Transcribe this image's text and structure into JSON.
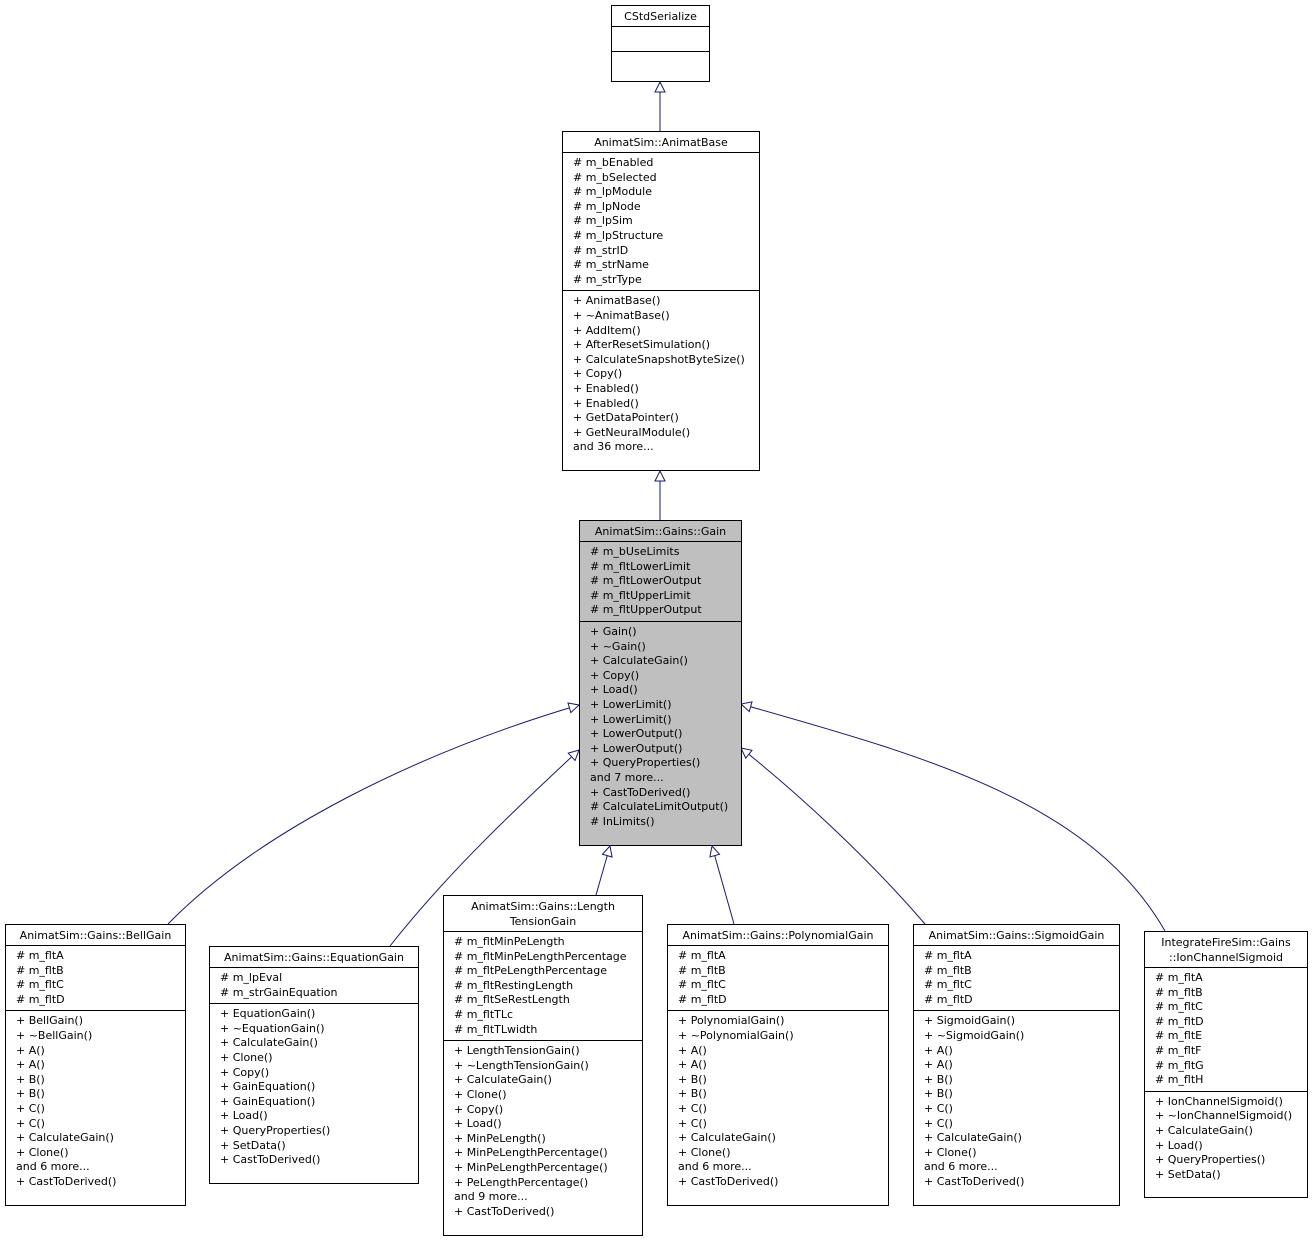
{
  "classes": {
    "stdserialize": {
      "title": "CStdSerialize",
      "attributes": [],
      "methods": []
    },
    "animatbase": {
      "title": "AnimatSim::AnimatBase",
      "attributes": [
        "# m_bEnabled",
        "# m_bSelected",
        "# m_lpModule",
        "# m_lpNode",
        "# m_lpSim",
        "# m_lpStructure",
        "# m_strID",
        "# m_strName",
        "# m_strType"
      ],
      "methods": [
        "+ AnimatBase()",
        "+ ~AnimatBase()",
        "+ AddItem()",
        "+ AfterResetSimulation()",
        "+ CalculateSnapshotByteSize()",
        "+ Copy()",
        "+ Enabled()",
        "+ Enabled()",
        "+ GetDataPointer()",
        "+ GetNeuralModule()",
        "and 36 more..."
      ]
    },
    "gain": {
      "title": "AnimatSim::Gains::Gain",
      "attributes": [
        "# m_bUseLimits",
        "# m_fltLowerLimit",
        "# m_fltLowerOutput",
        "# m_fltUpperLimit",
        "# m_fltUpperOutput"
      ],
      "methods": [
        "+ Gain()",
        "+ ~Gain()",
        "+ CalculateGain()",
        "+ Copy()",
        "+ Load()",
        "+ LowerLimit()",
        "+ LowerLimit()",
        "+ LowerOutput()",
        "+ LowerOutput()",
        "+ QueryProperties()",
        "and 7 more...",
        "+ CastToDerived()",
        "# CalculateLimitOutput()",
        "# InLimits()"
      ]
    },
    "bellgain": {
      "title": "AnimatSim::Gains::BellGain",
      "attributes": [
        "# m_fltA",
        "# m_fltB",
        "# m_fltC",
        "# m_fltD"
      ],
      "methods": [
        "+ BellGain()",
        "+ ~BellGain()",
        "+ A()",
        "+ A()",
        "+ B()",
        "+ B()",
        "+ C()",
        "+ C()",
        "+ CalculateGain()",
        "+ Clone()",
        "and 6 more...",
        "+ CastToDerived()"
      ]
    },
    "equationgain": {
      "title": "AnimatSim::Gains::EquationGain",
      "attributes": [
        "# m_lpEval",
        "# m_strGainEquation"
      ],
      "methods": [
        "+ EquationGain()",
        "+ ~EquationGain()",
        "+ CalculateGain()",
        "+ Clone()",
        "+ Copy()",
        "+ GainEquation()",
        "+ GainEquation()",
        "+ Load()",
        "+ QueryProperties()",
        "+ SetData()",
        "+ CastToDerived()"
      ]
    },
    "lengthtensiongain": {
      "title": "AnimatSim::Gains::Length\nTensionGain",
      "attributes": [
        "# m_fltMinPeLength",
        "# m_fltMinPeLengthPercentage",
        "# m_fltPeLengthPercentage",
        "# m_fltRestingLength",
        "# m_fltSeRestLength",
        "# m_fltTLc",
        "# m_fltTLwidth"
      ],
      "methods": [
        "+ LengthTensionGain()",
        "+ ~LengthTensionGain()",
        "+ CalculateGain()",
        "+ Clone()",
        "+ Copy()",
        "+ Load()",
        "+ MinPeLength()",
        "+ MinPeLengthPercentage()",
        "+ MinPeLengthPercentage()",
        "+ PeLengthPercentage()",
        "and 9 more...",
        "+ CastToDerived()"
      ]
    },
    "polynomialgain": {
      "title": "AnimatSim::Gains::PolynomialGain",
      "attributes": [
        "# m_fltA",
        "# m_fltB",
        "# m_fltC",
        "# m_fltD"
      ],
      "methods": [
        "+ PolynomialGain()",
        "+ ~PolynomialGain()",
        "+ A()",
        "+ A()",
        "+ B()",
        "+ B()",
        "+ C()",
        "+ C()",
        "+ CalculateGain()",
        "+ Clone()",
        "and 6 more...",
        "+ CastToDerived()"
      ]
    },
    "sigmoidgain": {
      "title": "AnimatSim::Gains::SigmoidGain",
      "attributes": [
        "# m_fltA",
        "# m_fltB",
        "# m_fltC",
        "# m_fltD"
      ],
      "methods": [
        "+ SigmoidGain()",
        "+ ~SigmoidGain()",
        "+ A()",
        "+ A()",
        "+ B()",
        "+ B()",
        "+ C()",
        "+ C()",
        "+ CalculateGain()",
        "+ Clone()",
        "and 6 more...",
        "+ CastToDerived()"
      ]
    },
    "ionchannelsigmoid": {
      "title": "IntegrateFireSim::Gains\n::IonChannelSigmoid",
      "attributes": [
        "# m_fltA",
        "# m_fltB",
        "# m_fltC",
        "# m_fltD",
        "# m_fltE",
        "# m_fltF",
        "# m_fltG",
        "# m_fltH"
      ],
      "methods": [
        "+ IonChannelSigmoid()",
        "+ ~IonChannelSigmoid()",
        "+ CalculateGain()",
        "+ Load()",
        "+ QueryProperties()",
        "+ SetData()"
      ]
    }
  },
  "colors": {
    "edge": "#191970",
    "highlight": "#bfbfbf",
    "box_fill": "#ffffff"
  }
}
